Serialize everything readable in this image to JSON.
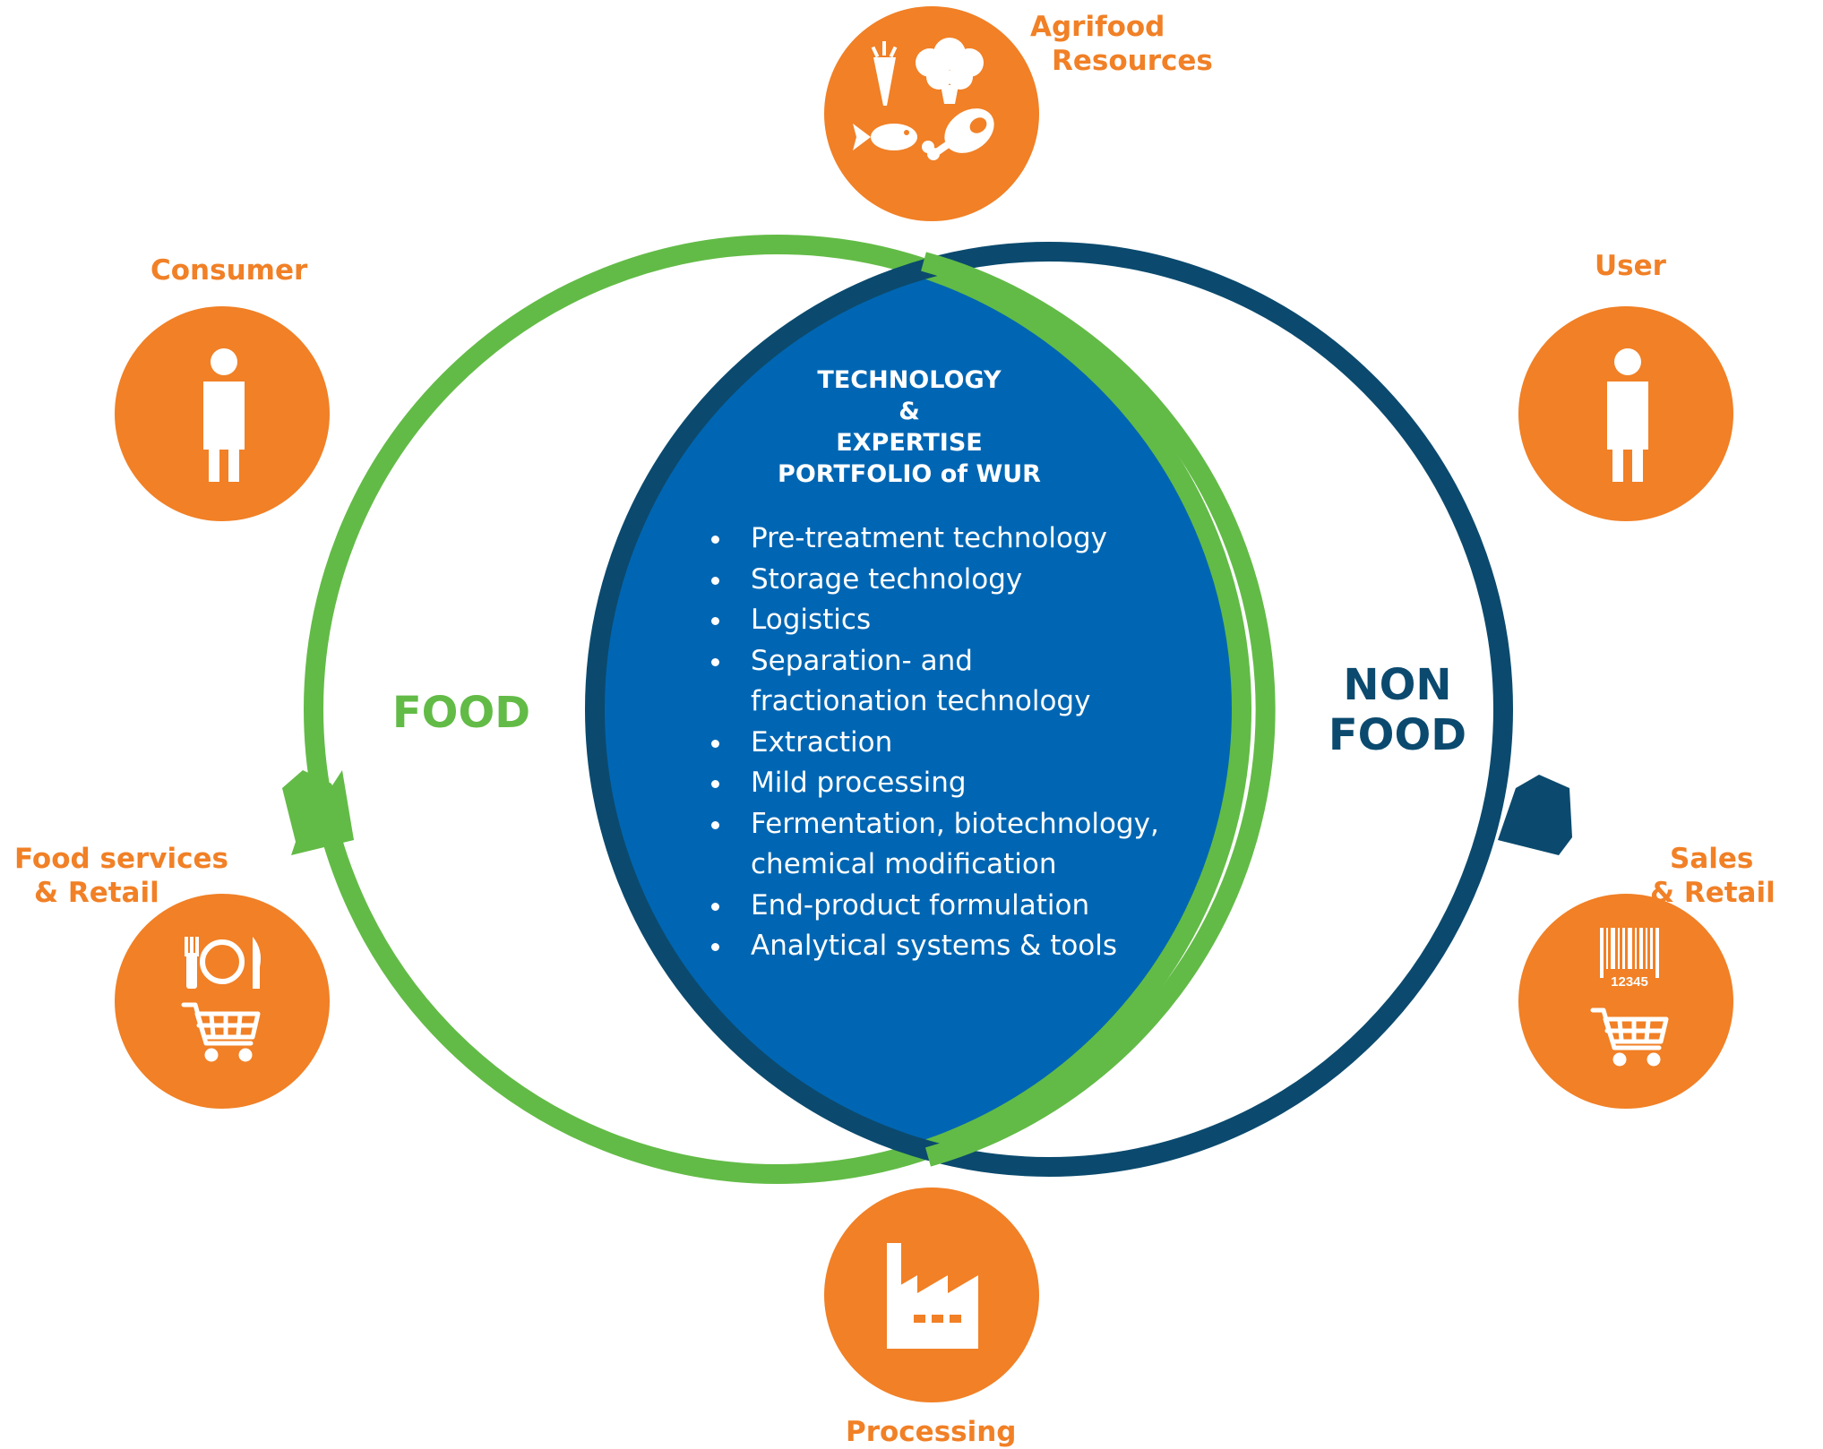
{
  "colors": {
    "orange": "#f18026",
    "food_green": "#62bb46",
    "nonfood_navy": "#0b4a6e",
    "center_blue": "#0066b3",
    "white": "#ffffff"
  },
  "center": {
    "title_lines": [
      "TECHNOLOGY",
      "&",
      "EXPERTISE",
      "PORTFOLIO of WUR"
    ],
    "bullets": [
      [
        "Pre-treatment technology"
      ],
      [
        "Storage technology"
      ],
      [
        "Logistics"
      ],
      [
        "Separation- and",
        "fractionation technology"
      ],
      [
        "Extraction"
      ],
      [
        "Mild processing"
      ],
      [
        "Fermentation, biotechnology,",
        "chemical modification"
      ],
      [
        "End-product formulation"
      ],
      [
        "Analytical systems & tools"
      ]
    ]
  },
  "circles": {
    "food": {
      "label_lines": [
        "FOOD"
      ]
    },
    "nonfood": {
      "label_lines": [
        "NON",
        "FOOD"
      ]
    }
  },
  "nodes": {
    "agrifood": {
      "label_lines": [
        "Agrifood",
        "Resources"
      ],
      "icons": [
        "carrot-icon",
        "broccoli-icon",
        "fish-icon",
        "meat-icon"
      ]
    },
    "consumer": {
      "label_lines": [
        "Consumer"
      ],
      "icons": [
        "person-icon"
      ]
    },
    "user": {
      "label_lines": [
        "User"
      ],
      "icons": [
        "person-icon"
      ]
    },
    "food_services": {
      "label_lines": [
        "Food services",
        "& Retail"
      ],
      "icons": [
        "cutlery-plate-icon",
        "shopping-cart-icon"
      ]
    },
    "sales_retail": {
      "label_lines": [
        "Sales",
        "& Retail"
      ],
      "icons": [
        "barcode-icon",
        "shopping-cart-icon"
      ]
    },
    "processing": {
      "label_lines": [
        "Processing"
      ],
      "icons": [
        "factory-icon"
      ]
    }
  },
  "barcode_text": "12345"
}
